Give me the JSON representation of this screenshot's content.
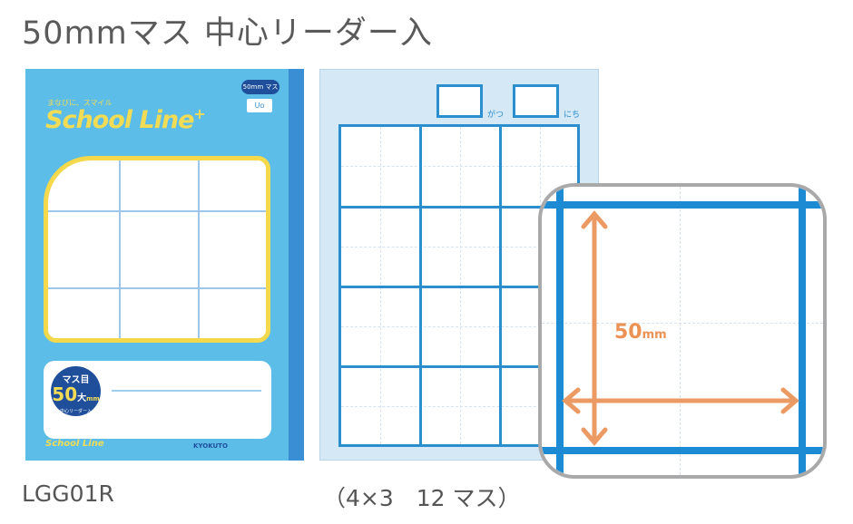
{
  "title": "50mmマス 中心リーダー入",
  "cover": {
    "tagline": "まなびに、スマイル",
    "brand": "School Line",
    "brand_plus": "+",
    "badge": "50mm マス",
    "badge_icon": "Uo",
    "label_circle": {
      "top": "マス目",
      "size": "50",
      "unit_big": "大",
      "unit": "mm",
      "sub": "中心リーダー入"
    },
    "footer_brand": "School Line",
    "maker": "KYOKUTO",
    "colors": {
      "cover": "#5cbde9",
      "accent": "#f3d94b",
      "navy": "#1f4f9b"
    }
  },
  "page": {
    "month_label": "がつ",
    "day_label": "にち",
    "grid": {
      "cols": 3,
      "rows": 4
    },
    "color": "#2b8fcf"
  },
  "inset": {
    "dimension": "50",
    "unit": "mm"
  },
  "captions": {
    "product_code": "LGG01R",
    "grid_desc": "（4×3　12 マス）"
  }
}
